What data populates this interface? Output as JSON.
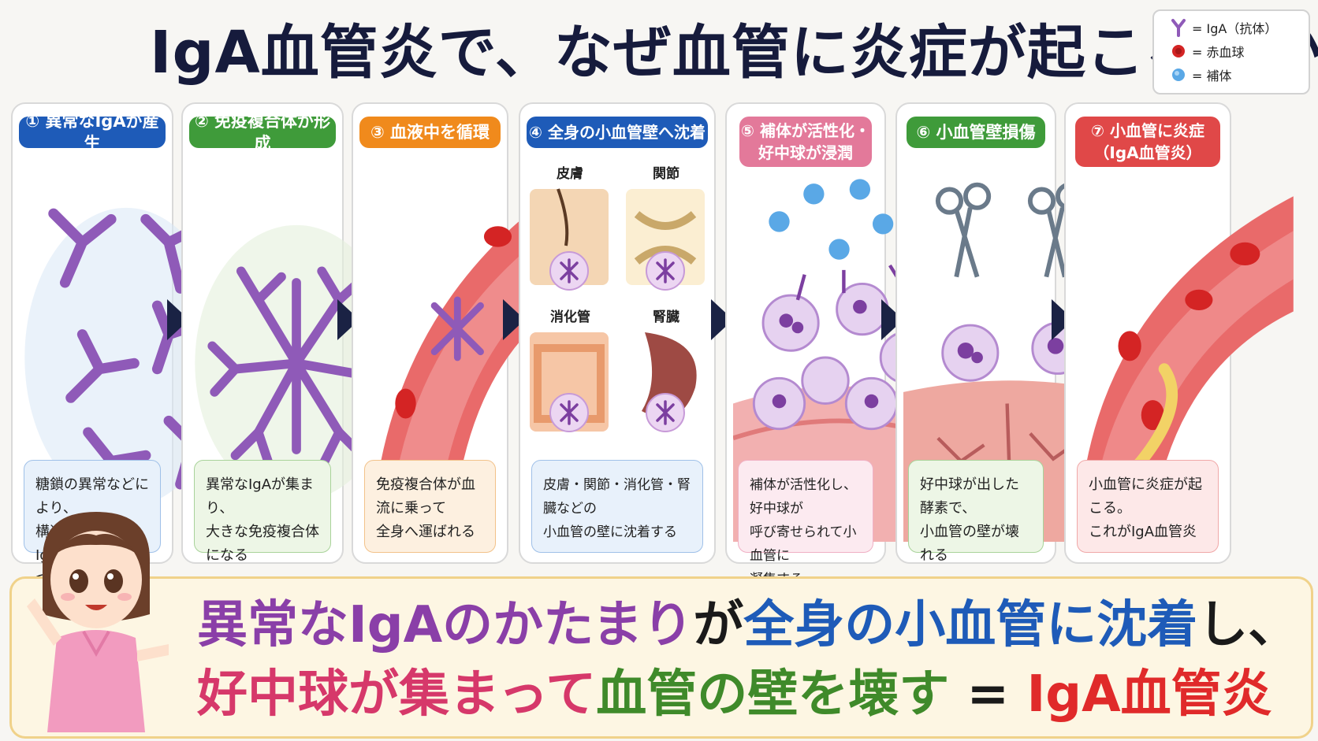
{
  "title": "IgA血管炎で、なぜ血管に炎症が起こるのか？",
  "legend": [
    {
      "icon": "antibody-icon",
      "label": "= IgA（抗体）"
    },
    {
      "icon": "red-blood-cell-icon",
      "label": "= 赤血球"
    },
    {
      "icon": "complement-icon",
      "label": "= 補体"
    }
  ],
  "steps": [
    {
      "badge": "① 異常なIgAが産生",
      "color": "#1e5bb8",
      "desc": "糖鎖の異常などにより、\n構造が不安定なIgAが\nつくられる"
    },
    {
      "badge": "② 免疫複合体が形成",
      "color": "#3f9b3a",
      "desc": "異常なIgAが集まり、\n大きな免疫複合体になる"
    },
    {
      "badge": "③ 血液中を循環",
      "color": "#f08a1c",
      "desc": "免疫複合体が血流に乗って\n全身へ運ばれる"
    },
    {
      "badge": "④ 全身の小血管壁へ沈着",
      "color": "#1e5bb8",
      "desc": "皮膚・関節・消化管・腎臓などの\n小血管の壁に沈着する",
      "organs": [
        "皮膚",
        "関節",
        "消化管",
        "腎臓"
      ]
    },
    {
      "badge": "⑤ 補体が活性化・\n好中球が浸潤",
      "color": "#e3799a",
      "desc": "補体が活性化し、好中球が\n呼び寄せられて小血管に\n凝集する"
    },
    {
      "badge": "⑥ 小血管壁損傷",
      "color": "#3f9b3a",
      "desc": "好中球が出した酵素で、\n小血管の壁が壊れる"
    },
    {
      "badge": "⑦ 小血管に炎症\n（IgA血管炎）",
      "color": "#e04848",
      "desc": "小血管に炎症が起こる。\nこれがIgA血管炎"
    }
  ],
  "summary": {
    "line1": [
      {
        "text": "異常なIgAのかたまり",
        "color": "#8a3fa8"
      },
      {
        "text": "が",
        "color": "#1a1a1a"
      },
      {
        "text": "全身の小血管に沈着",
        "color": "#1e5bb8"
      },
      {
        "text": "し、",
        "color": "#1a1a1a"
      }
    ],
    "line2": [
      {
        "text": "好中球が集まって",
        "color": "#d6386a"
      },
      {
        "text": "血管の壁を壊す",
        "color": "#3f8a2a"
      },
      {
        "text": " = ",
        "color": "#1a1a1a"
      },
      {
        "text": "IgA血管炎",
        "color": "#e02a2a"
      }
    ]
  }
}
